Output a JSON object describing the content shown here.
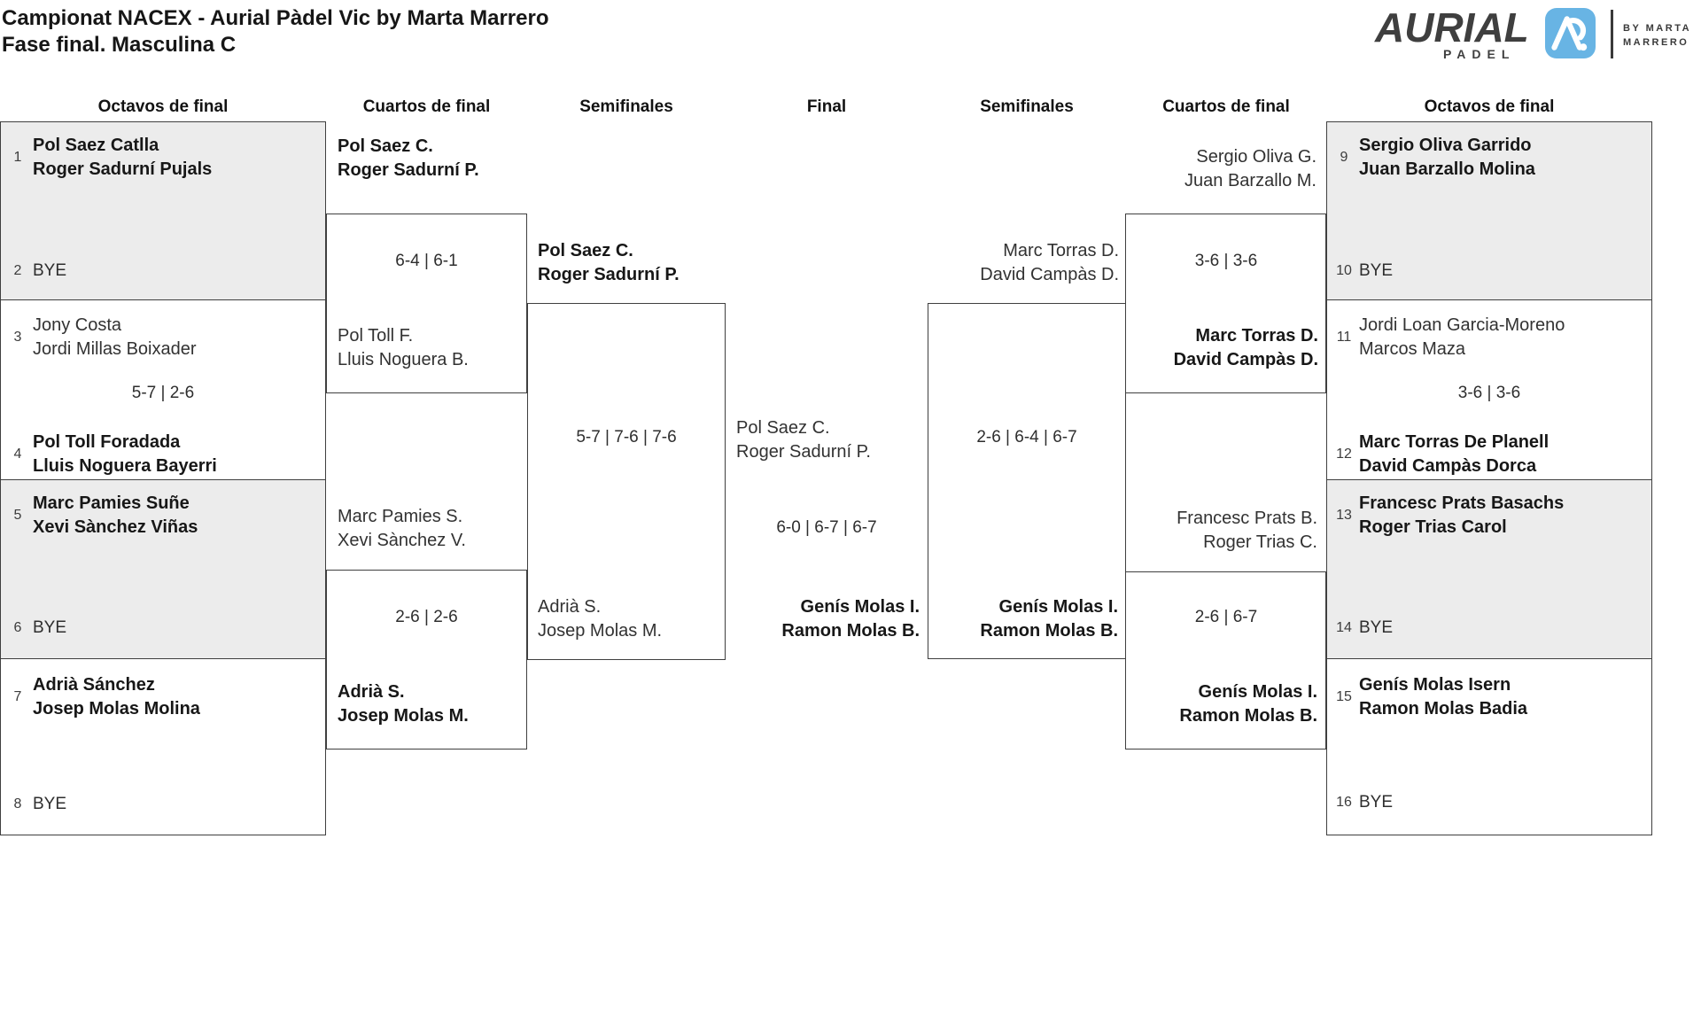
{
  "title": {
    "line1": "Campionat NACEX - Aurial Pàdel Vic by Marta Marrero",
    "line2": "Fase final. Masculina C"
  },
  "logo": {
    "brand": "AURIAL",
    "sub": "PADEL",
    "by_line1": "BY MARTA",
    "by_line2": "MARRERO",
    "tile_color": "#68b4e4"
  },
  "colors": {
    "box_fill_gray": "#ececec",
    "box_border": "#3f3f3f",
    "accent_blue": "#68b4e4",
    "text_dark": "#171717"
  },
  "rounds": {
    "r1": "Octavos de final",
    "r2": "Cuartos de final",
    "r3": "Semifinales",
    "r4": "Final",
    "r5": "Semifinales",
    "r6": "Cuartos de final",
    "r7": "Octavos de final"
  },
  "octavos": {
    "m1": {
      "seed1": "1",
      "t1a": "Pol Saez Catlla",
      "t1b": "Roger Sadurní Pujals",
      "seed2": "2",
      "bye": "BYE"
    },
    "m2": {
      "seed1": "3",
      "t1a": "Jony Costa",
      "t1b": "Jordi Millas Boixader",
      "score": "5-7 | 2-6",
      "seed2": "4",
      "t2a": "Pol Toll Foradada",
      "t2b": "Lluis Noguera Bayerri"
    },
    "m3": {
      "seed1": "5",
      "t1a": "Marc Pamies Suñe",
      "t1b": "Xevi Sànchez Viñas",
      "seed2": "6",
      "bye": "BYE"
    },
    "m4": {
      "seed1": "7",
      "t1a": "Adrià Sánchez",
      "t1b": "Josep Molas Molina",
      "seed2": "8",
      "bye": "BYE"
    },
    "m5": {
      "seed1": "9",
      "t1a": "Sergio Oliva Garrido",
      "t1b": "Juan Barzallo Molina",
      "seed2": "10",
      "bye": "BYE"
    },
    "m6": {
      "seed1": "11",
      "t1a": "Jordi Loan Garcia-Moreno",
      "t1b": "Marcos Maza",
      "score": "3-6 | 3-6",
      "seed2": "12",
      "t2a": "Marc Torras De Planell",
      "t2b": "David Campàs Dorca"
    },
    "m7": {
      "seed1": "13",
      "t1a": "Francesc Prats Basachs",
      "t1b": "Roger Trias Carol",
      "seed2": "14",
      "bye": "BYE"
    },
    "m8": {
      "seed1": "15",
      "t1a": "Genís Molas Isern",
      "t1b": "Ramon Molas Badia",
      "seed2": "16",
      "bye": "BYE"
    }
  },
  "cuartos": {
    "left_top": {
      "t1a": "Pol Saez C.",
      "t1b": "Roger Sadurní P.",
      "score": "6-4 | 6-1",
      "t2a": "Pol Toll F.",
      "t2b": "Lluis Noguera B."
    },
    "left_bottom": {
      "t1a": "Marc Pamies S.",
      "t1b": "Xevi Sànchez V.",
      "score": "2-6 | 2-6",
      "t2a": "Adrià S.",
      "t2b": "Josep Molas M."
    },
    "right_top": {
      "t1a": "Sergio Oliva G.",
      "t1b": "Juan Barzallo M.",
      "score": "3-6 | 3-6",
      "t2a": "Marc Torras D.",
      "t2b": "David Campàs D."
    },
    "right_bottom": {
      "t1a": "Francesc Prats B.",
      "t1b": "Roger Trias C.",
      "score": "2-6 | 6-7",
      "t2a": "Genís Molas I.",
      "t2b": "Ramon Molas B."
    }
  },
  "semis": {
    "left": {
      "t1a": "Pol Saez C.",
      "t1b": "Roger Sadurní P.",
      "score": "5-7 | 7-6 | 7-6",
      "t2a": "Adrià S.",
      "t2b": "Josep Molas M."
    },
    "right": {
      "t1a": "Marc Torras D.",
      "t1b": "David Campàs D.",
      "score": "2-6 | 6-4 | 6-7",
      "t2a": "Genís Molas I.",
      "t2b": "Ramon Molas B."
    }
  },
  "final": {
    "t1a": "Pol Saez C.",
    "t1b": "Roger Sadurní P.",
    "score": "6-0 | 6-7 | 6-7",
    "t2a": "Genís Molas I.",
    "t2b": "Ramon Molas B."
  }
}
